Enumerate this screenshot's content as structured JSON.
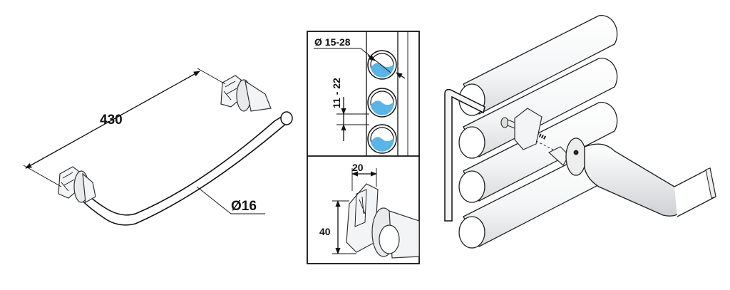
{
  "overview": {
    "length_label": "430",
    "diameter_label": "Ø16"
  },
  "detail_pipes": {
    "diameter_range_label": "Ø 15-28",
    "gap_range_label": "11 - 22"
  },
  "detail_bracket": {
    "width_label": "20",
    "height_label": "40"
  },
  "colors": {
    "pipe_water": "#5ab4e6",
    "line": "#111111",
    "metal": "#e9eaeb"
  }
}
